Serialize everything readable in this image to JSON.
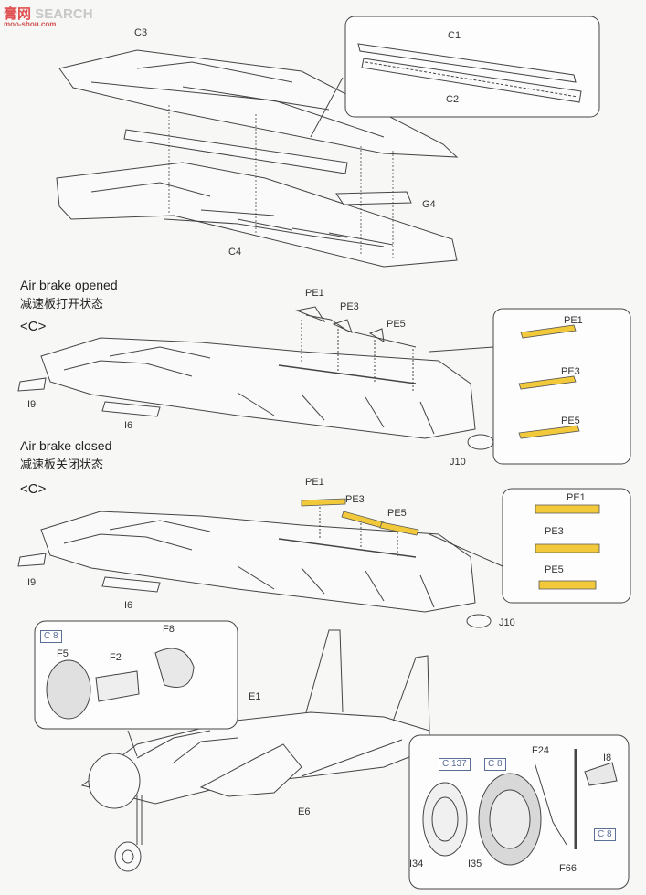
{
  "watermark": {
    "cn": "膏",
    "cn2": "网",
    "text": "SEARCH",
    "url": "moo-shou.com"
  },
  "parts_top": {
    "c3": "C3",
    "c1": "C1",
    "c2": "C2",
    "g4": "G4",
    "c4": "C4"
  },
  "opened": {
    "title_en": "Air brake opened",
    "title_cn": "减速板打开状态",
    "tag": "<C>",
    "pe1": "PE1",
    "pe3": "PE3",
    "pe5": "PE5",
    "i9": "I9",
    "i6": "I6",
    "j10": "J10"
  },
  "opened_inset": {
    "pe1": "PE1",
    "pe3": "PE3",
    "pe5": "PE5"
  },
  "closed": {
    "title_en": "Air brake closed",
    "title_cn": "减速板关闭状态",
    "tag": "<C>",
    "pe1": "PE1",
    "pe3": "PE3",
    "pe5": "PE5",
    "i9": "I9",
    "i6": "I6",
    "j10": "J10"
  },
  "closed_inset": {
    "pe1": "PE1",
    "pe3": "PE3",
    "pe5": "PE5"
  },
  "intake_inset": {
    "ref": "C 8",
    "f5": "F5",
    "f2": "F2",
    "f8": "F8"
  },
  "fuselage": {
    "e1": "E1",
    "e6": "E6"
  },
  "gear_inset": {
    "ref1": "C 137",
    "ref2": "C 8",
    "ref3": "C 8",
    "f24": "F24",
    "i8": "I8",
    "i34": "I34",
    "i35": "I35",
    "f66": "F66"
  },
  "colors": {
    "pe_part": "#f2c93a",
    "ref_box": "#5a6e96",
    "line": "#333333"
  }
}
